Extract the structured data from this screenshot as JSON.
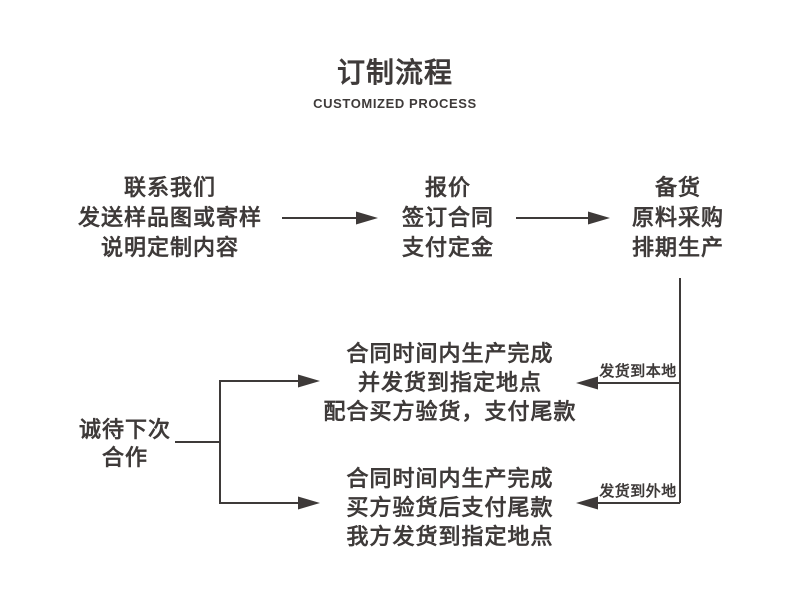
{
  "colors": {
    "ink": "#3e3a39",
    "background": "#ffffff"
  },
  "header": {
    "title": "订制流程",
    "subtitle": "CUSTOMIZED PROCESS"
  },
  "top_row": {
    "step1": {
      "lines": [
        "联系我们",
        "发送样品图或寄样",
        "说明定制内容"
      ]
    },
    "step2": {
      "lines": [
        "报价",
        "签订合同",
        "支付定金"
      ]
    },
    "step3": {
      "lines": [
        "备货",
        "原料采购",
        "排期生产"
      ]
    }
  },
  "branches": {
    "local": {
      "arrow_label": "发货到本地",
      "lines": [
        "合同时间内生产完成",
        "并发货到指定地点",
        "配合买方验货，支付尾款"
      ]
    },
    "remote": {
      "arrow_label": "发货到外地",
      "lines": [
        "合同时间内生产完成",
        "买方验货后支付尾款",
        "我方发货到指定地点"
      ]
    }
  },
  "closing": {
    "lines": [
      "诚待下次",
      "合作"
    ]
  }
}
